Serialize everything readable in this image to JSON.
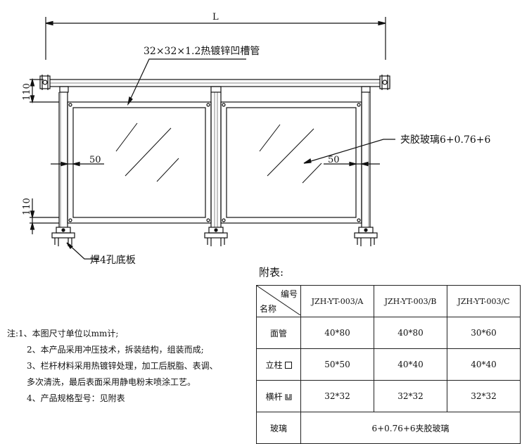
{
  "dimensions": {
    "overall_length": "L",
    "top_offset": "110",
    "bottom_offset": "110",
    "glass_margin_left": "50",
    "glass_margin_right": "50"
  },
  "callouts": {
    "top_rail": "32×32×1.2热镀锌凹槽管",
    "glass": "夹胶玻璃6+0.76+6",
    "base_plate": "焊4孔底板"
  },
  "notes": [
    "注:1、本图尺寸单位以mm计;",
    "2、本产品采用冲压技术，拆装结构，组装而成;",
    "3、栏杆材料采用热镀锌处理，加工后脱脂、表调、",
    "多次清洗，最后表面采用静电粉末喷涂工艺。",
    "4、产品规格型号：见附表"
  ],
  "spec_table": {
    "title": "附表:",
    "corner_top": "编号",
    "corner_bottom": "名称",
    "models": [
      "JZH-YT-003/A",
      "JZH-YT-003/B",
      "JZH-YT-003/C"
    ],
    "rows": [
      {
        "name": "面管",
        "values": [
          "40*80",
          "40*80",
          "30*60"
        ]
      },
      {
        "name": "立柱",
        "values": [
          "50*50",
          "40*40",
          "40*40"
        ]
      },
      {
        "name": "横杆",
        "values": [
          "32*32",
          "32*32",
          "32*32"
        ]
      }
    ],
    "glass_row": {
      "name": "玻璃",
      "value": "6+0.76+6夹胶玻璃"
    }
  }
}
